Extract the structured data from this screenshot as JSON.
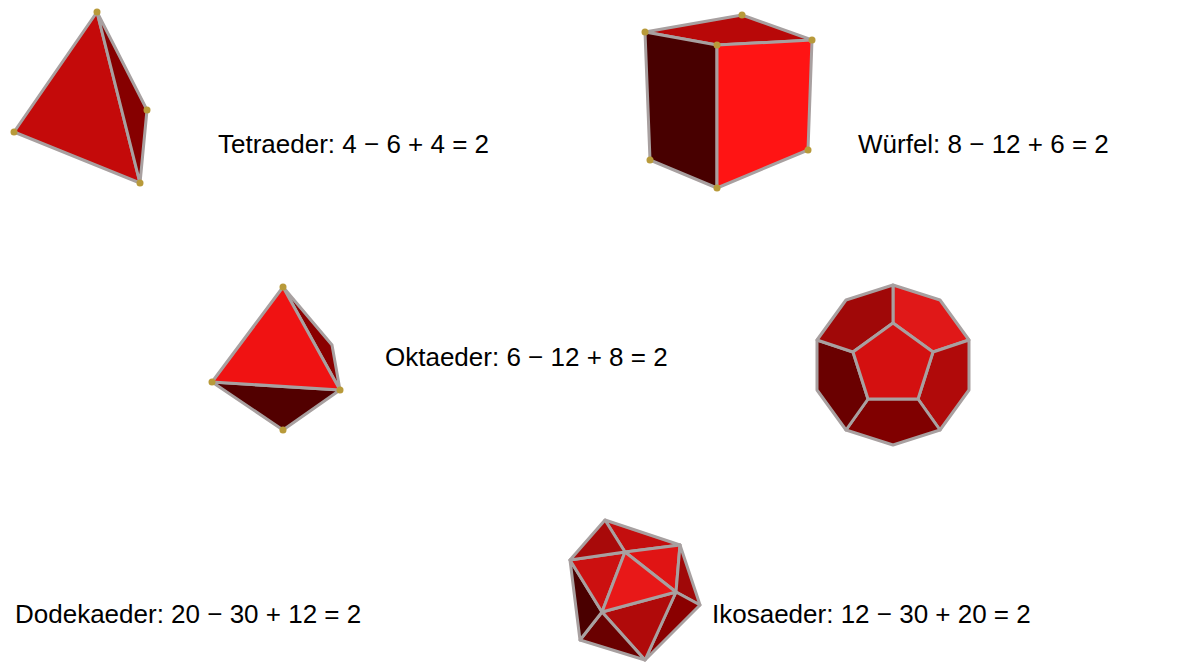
{
  "diagram": {
    "labels": [
      "Tetraeder: 4 − 6 + 4 = 2",
      "Würfel: 8 − 12 + 6 = 2",
      "Oktaeder: 6 − 12 + 8 = 2",
      "Dodekaeder: 20 − 30 + 12 = 2",
      "Ikosaeder: 12 − 30 + 20 = 2"
    ]
  }
}
